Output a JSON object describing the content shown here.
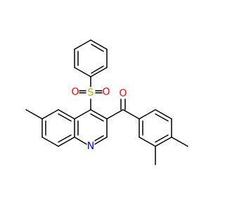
{
  "structure": {
    "atoms": {
      "S": "S",
      "O_upper": "O",
      "O_lower": "O",
      "O_ketone": "O",
      "N": "N"
    },
    "colors": {
      "bond": "#000000",
      "sulfur": "#c7a600",
      "oxygen": "#ff0000",
      "nitrogen": "#0000ff",
      "background": "#ffffff"
    }
  }
}
